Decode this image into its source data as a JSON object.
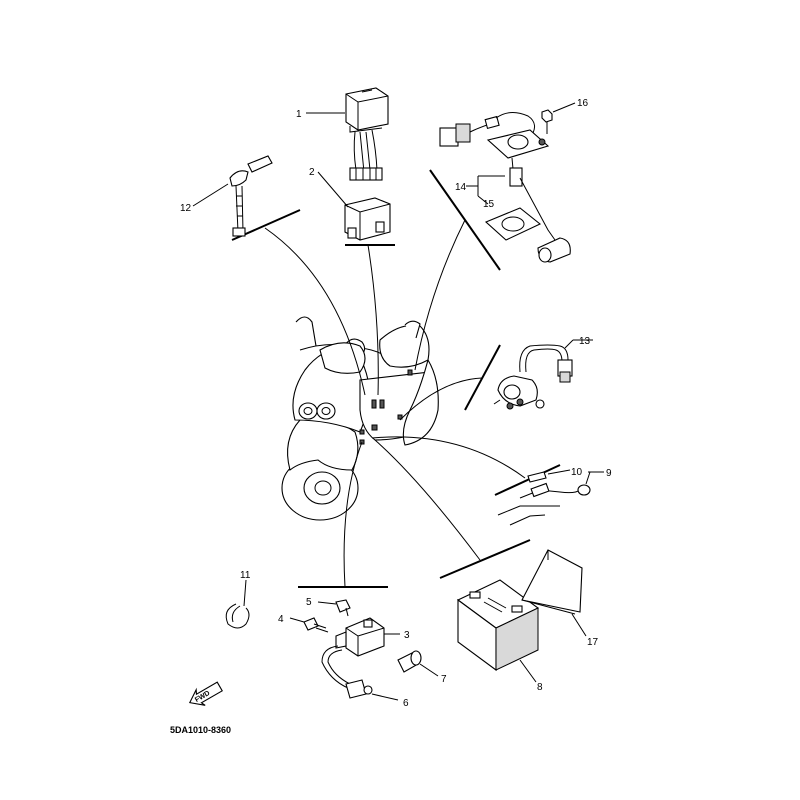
{
  "diagram": {
    "drawing_code": "5DA1010-8360",
    "fwd_label": "FWD",
    "callouts": [
      {
        "id": "c1",
        "label": "1"
      },
      {
        "id": "c2",
        "label": "2"
      },
      {
        "id": "c3",
        "label": "3"
      },
      {
        "id": "c4",
        "label": "4"
      },
      {
        "id": "c5",
        "label": "5"
      },
      {
        "id": "c6",
        "label": "6"
      },
      {
        "id": "c7",
        "label": "7"
      },
      {
        "id": "c8",
        "label": "8"
      },
      {
        "id": "c9",
        "label": "9"
      },
      {
        "id": "c10",
        "label": "10"
      },
      {
        "id": "c11",
        "label": "11"
      },
      {
        "id": "c12",
        "label": "12"
      },
      {
        "id": "c13",
        "label": "13"
      },
      {
        "id": "c14",
        "label": "14"
      },
      {
        "id": "c15",
        "label": "15"
      },
      {
        "id": "c16",
        "label": "16"
      },
      {
        "id": "c17",
        "label": "17"
      }
    ]
  }
}
